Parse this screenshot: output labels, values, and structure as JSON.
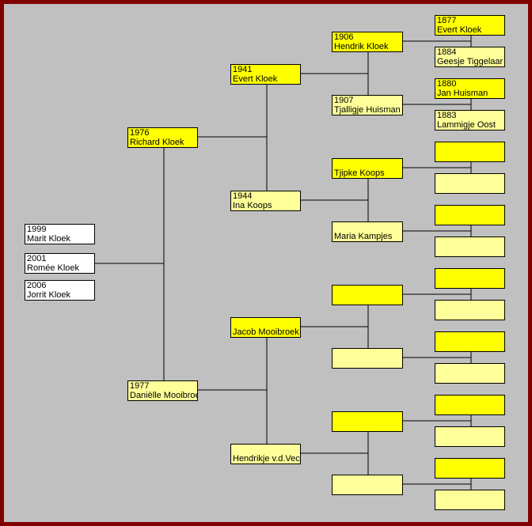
{
  "colors": {
    "border": "#800000",
    "background": "#c0c0c0",
    "male": "#ffff00",
    "female": "#ffff99",
    "child": "#ffffff"
  },
  "children": [
    {
      "year": "1999",
      "name": "Marit Kloek"
    },
    {
      "year": "2001",
      "name": "Romée Kloek"
    },
    {
      "year": "2006",
      "name": "Jorrit Kloek"
    }
  ],
  "gen1": [
    {
      "year": "1976",
      "name": "Richard Kloek",
      "sex": "m"
    },
    {
      "year": "1977",
      "name": "Daniëlle Mooibroek",
      "sex": "f"
    }
  ],
  "gen2": [
    {
      "year": "1941",
      "name": "Evert Kloek",
      "sex": "m"
    },
    {
      "year": "1944",
      "name": "Ina Koops",
      "sex": "f"
    },
    {
      "year": "",
      "name": "Jacob Mooibroek",
      "sex": "m"
    },
    {
      "year": "",
      "name": "Hendrikje v.d.Vecht",
      "sex": "f"
    }
  ],
  "gen3": [
    {
      "year": "1906",
      "name": "Hendrik Kloek",
      "sex": "m"
    },
    {
      "year": "1907",
      "name": "Tjalligje Huisman",
      "sex": "f"
    },
    {
      "year": "",
      "name": "Tjipke Koops",
      "sex": "m"
    },
    {
      "year": "",
      "name": "Maria Kampjes",
      "sex": "f"
    },
    {
      "year": "",
      "name": "",
      "sex": "m"
    },
    {
      "year": "",
      "name": "",
      "sex": "f"
    },
    {
      "year": "",
      "name": "",
      "sex": "m"
    },
    {
      "year": "",
      "name": "",
      "sex": "f"
    }
  ],
  "gen4": [
    {
      "year": "1877",
      "name": "Evert Kloek",
      "sex": "m"
    },
    {
      "year": "1884",
      "name": "Geesje Tiggelaar",
      "sex": "f"
    },
    {
      "year": "1880",
      "name": "Jan Huisman",
      "sex": "m"
    },
    {
      "year": "1883",
      "name": "Lammigje Oost",
      "sex": "f"
    },
    {
      "year": "",
      "name": "",
      "sex": "m"
    },
    {
      "year": "",
      "name": "",
      "sex": "f"
    },
    {
      "year": "",
      "name": "",
      "sex": "m"
    },
    {
      "year": "",
      "name": "",
      "sex": "f"
    },
    {
      "year": "",
      "name": "",
      "sex": "m"
    },
    {
      "year": "",
      "name": "",
      "sex": "f"
    },
    {
      "year": "",
      "name": "",
      "sex": "m"
    },
    {
      "year": "",
      "name": "",
      "sex": "f"
    },
    {
      "year": "",
      "name": "",
      "sex": "m"
    },
    {
      "year": "",
      "name": "",
      "sex": "f"
    },
    {
      "year": "",
      "name": "",
      "sex": "m"
    },
    {
      "year": "",
      "name": "",
      "sex": "f"
    }
  ]
}
